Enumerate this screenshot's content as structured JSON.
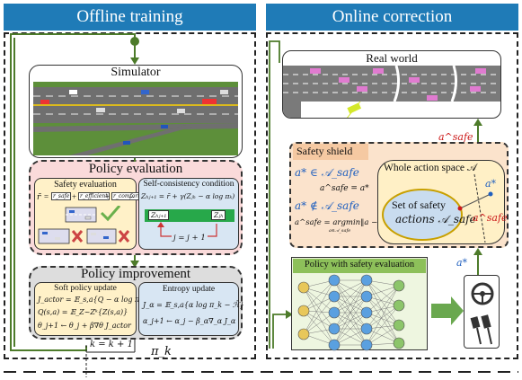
{
  "offline": {
    "title": "Offline training",
    "simulator": "Simulator",
    "policy_evaluation": {
      "title": "Policy evaluation",
      "safety_eval_title": "Safety evaluation",
      "reward_formula": "r̃ = r_safe + r_efficient + r_comfort",
      "r_lhs": "r̃",
      "r_eq": "=",
      "r_safe": "r_safe",
      "r_efficient": "r_efficient",
      "r_comfort": "r_comfort",
      "plus": "+",
      "ellipsis": "...",
      "self_consistency_title": "Self-consistency condition",
      "self_consistency_eq": "Zₕⱼ₊₁ = r̃ + γ(Zⱼₕ − α log πₖ)",
      "z_left": "Zₕⱼ₊₁",
      "z_right": "Zⱼₕ",
      "j_update": "j = j + 1"
    },
    "policy_improvement": {
      "title": "Policy improvement",
      "soft_title": "Soft policy update",
      "soft_eq1": "J_actor = 𝔼_s,a{Q − α log π_k}",
      "soft_eq2": "Q(s,a) = 𝔼_Z~Zᵏ{Z(s,a)}",
      "soft_eq3": "θ_j+1 ← θ_j + β∇θ J_actor",
      "entropy_title": "Entropy update",
      "entropy_eq1": "J_α = 𝔼_s,a{α log π_k − ℋ̃}",
      "entropy_eq2": "α_j+1 ← α_j − β_α∇_α J_α"
    },
    "k_update": "k = k + 1",
    "pi_k": "π_k"
  },
  "online": {
    "title": "Online correction",
    "real_world": "Real world",
    "a_safe_top": "a^safe",
    "safety_shield": {
      "title": "Safety shield",
      "cond1": "a* ∈ 𝒜_safe",
      "res1": "a^safe = a*",
      "cond2": "a* ∉ 𝒜_safe",
      "res2": "a^safe = argmin‖a − a*‖",
      "res2_sub": "a∈𝒜_safe"
    },
    "whole_space": {
      "title": "Whole action space 𝒜",
      "set_line1": "Set of safety",
      "set_line2": "actions 𝒜_safe",
      "a_star": "a*",
      "a_safe": "a^safe"
    },
    "policy_box": "Policy with safety evaluation",
    "a_star_out": "a*"
  },
  "colors": {
    "title_bg": "#1f7bb7",
    "policy_eval_fill": "#fadada",
    "policy_impr_fill": "#dddddd",
    "safety_eval_fill": "#fff1c8",
    "self_cons_fill": "#d8e6f3",
    "soft_fill": "#fff1c8",
    "entropy_fill": "#d8e6f3",
    "shield_fill": "#fbe3cc",
    "shield_title_fill": "#f5c9a2",
    "whole_fill": "#fff0c6",
    "ellipse_fill": "#c9dcef",
    "policy_box_fill": "#eef6e0",
    "policy_title_fill": "#8dc05a",
    "arrow_green": "#4d7b2a",
    "red_text": "#cc1a1a",
    "blue_text": "#1f5fbf"
  }
}
